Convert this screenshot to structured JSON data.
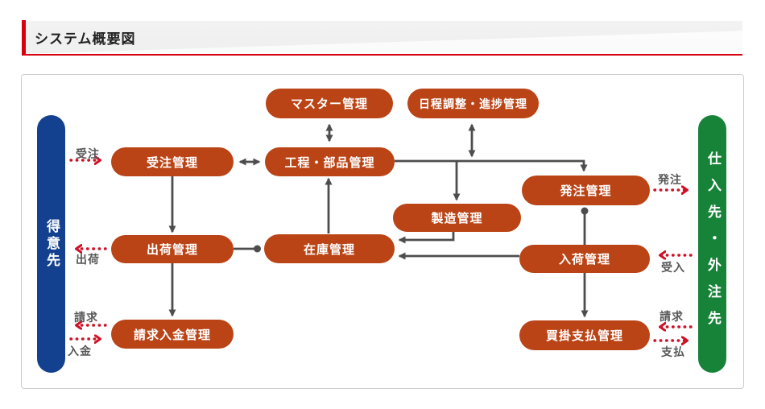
{
  "page": {
    "title": "システム概要図"
  },
  "diagram": {
    "nodes": [
      {
        "id": "master",
        "label": "マスター管理"
      },
      {
        "id": "schedule",
        "label": "日程調整・進捗管理"
      },
      {
        "id": "order",
        "label": "受注管理"
      },
      {
        "id": "process",
        "label": "工程・部品管理"
      },
      {
        "id": "po",
        "label": "発注管理"
      },
      {
        "id": "mfg",
        "label": "製造管理"
      },
      {
        "id": "ship",
        "label": "出荷管理"
      },
      {
        "id": "stock",
        "label": "在庫管理"
      },
      {
        "id": "receive",
        "label": "入荷管理"
      },
      {
        "id": "billing",
        "label": "請求入金管理"
      },
      {
        "id": "payable",
        "label": "買掛支払管理"
      }
    ],
    "left_pill": {
      "label": "得意先"
    },
    "right_pill": {
      "label": "仕入先・外注先"
    },
    "flow_labels": {
      "juchu": "受注",
      "shukka": "出荷",
      "seikyu_customer": "請求",
      "nyukin": "入金",
      "hacchu": "発注",
      "ukeire": "受入",
      "seikyu_supplier": "請求",
      "shiharai": "支払"
    },
    "colors": {
      "accent_red": "#d7000f",
      "node_fill": "#bb4416",
      "customer_pill": "#14418f",
      "supplier_pill": "#178339",
      "connector_gray": "#4d4d4d",
      "flow_arrow_red": "#ce1126"
    }
  }
}
